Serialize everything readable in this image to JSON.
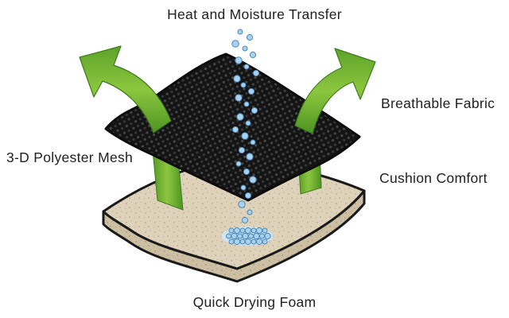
{
  "diagram": {
    "labels": {
      "top": "Heat and Moisture Transfer",
      "right_upper": "Breathable Fabric",
      "left": "3-D Polyester Mesh",
      "right_lower": "Cushion Comfort",
      "bottom": "Quick Drying Foam"
    },
    "colors": {
      "arrow_green_light": "#8cc63e",
      "arrow_green_dark": "#4e9422",
      "fabric_black": "#141414",
      "fabric_dot": "#4a4a4a",
      "foam_tan": "#ded2ba",
      "foam_tan_dark": "#cdbfa3",
      "foam_speckle": "#b9a887",
      "outline_black": "#1a1a1a",
      "droplet_blue": "#a9d2ee",
      "droplet_outline": "#4a86b8",
      "puddle_base": "#cfe6f6"
    }
  }
}
